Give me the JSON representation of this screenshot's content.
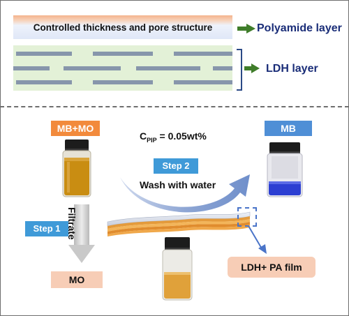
{
  "top": {
    "polyamide_text": "Controlled thickness and pore structure",
    "polyamide_label": "Polyamide layer",
    "ldh_label": "LDH layer"
  },
  "bottom": {
    "mixture_tag": "MB+MO",
    "mb_tag": "MB",
    "mo_tag": "MO",
    "concentration": {
      "c": "C",
      "sub": "PIP",
      "rest": " = 0.05wt%"
    },
    "step1": "Step 1",
    "step2": "Step 2",
    "wash": "Wash with water",
    "filtrate": "Filtrate",
    "film_label": "LDH+ PA film"
  },
  "colors": {
    "orange_tag": "#f28a3c",
    "blue_tag": "#4f8fd6",
    "peach_tag": "#f7cdb6",
    "step": "#3f9ad8",
    "arrow_green": "#3f7d2a",
    "brace_blue": "#2b4a86",
    "layer_bars": "#8796ab"
  }
}
